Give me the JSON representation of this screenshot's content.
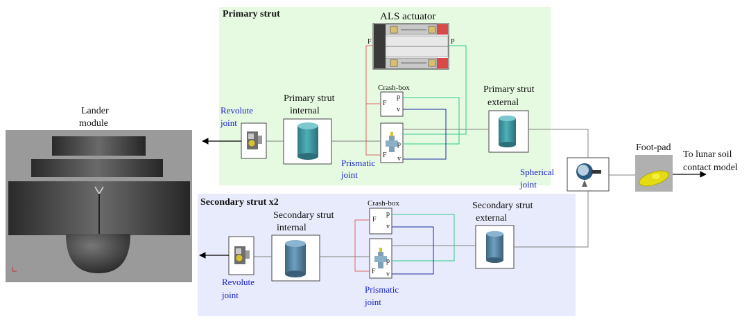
{
  "colors": {
    "primary_region": "#e6f9e1",
    "secondary_region": "#e8ebfb",
    "position_signal": "#2ec98d",
    "velocity_signal": "#1a2aa0",
    "force_signal": "#e06565",
    "mechanical_link": "#808080",
    "label_blue": "#1a24c8",
    "footpad_yellow": "#e4dc12"
  },
  "primary": {
    "title": "Primary strut",
    "actuator_title": "ALS actuator",
    "actuator_port_f": "F",
    "actuator_port_p": "P",
    "crashbox_title": "Crash-box",
    "crashbox_port_f": "F",
    "crashbox_port_p": "p",
    "crashbox_port_v": "v",
    "prismatic_port_f": "F",
    "prismatic_port_p": "p",
    "prismatic_port_v": "v",
    "internal_label": [
      "Primary strut",
      "internal"
    ],
    "external_label": [
      "Primary strut",
      "external"
    ],
    "revolute_label": [
      "Revolute",
      "joint"
    ],
    "prismatic_label": [
      "Prismatic",
      "joint"
    ]
  },
  "secondary": {
    "title": "Secondary strut x2",
    "crashbox_title": "Crash-box",
    "crashbox_port_f": "F",
    "crashbox_port_p": "p",
    "crashbox_port_v": "v",
    "prismatic_port_f": "F",
    "prismatic_port_p": "p",
    "prismatic_port_v": "v",
    "internal_label": [
      "Secondary strut",
      "internal"
    ],
    "external_label": [
      "Secondary strut",
      "external"
    ],
    "revolute_label": [
      "Revolute",
      "joint"
    ],
    "prismatic_label": [
      "Prismatic",
      "joint"
    ]
  },
  "lander": {
    "label": [
      "Lander",
      "module"
    ]
  },
  "spherical": {
    "label": [
      "Spherical",
      "joint"
    ]
  },
  "footpad": {
    "label": "Foot-pad"
  },
  "soil": {
    "label": [
      "To lunar soil",
      "contact model"
    ]
  }
}
